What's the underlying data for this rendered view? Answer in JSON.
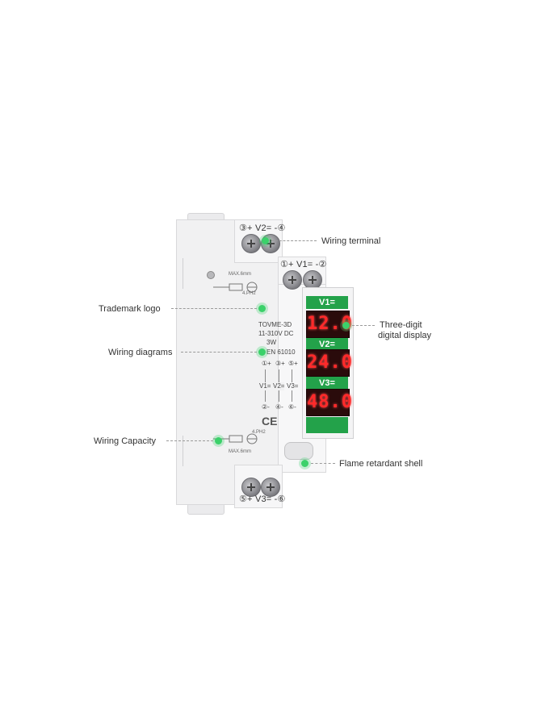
{
  "device": {
    "terminals": {
      "top_back": "③+ V2= -④",
      "top_front": "①+ V1= -②",
      "bottom": "⑤+ V3= -⑥"
    },
    "displays": [
      {
        "label": "V1=",
        "value": "12.0"
      },
      {
        "label": "V2=",
        "value": "24.0"
      },
      {
        "label": "V3=",
        "value": "48.0"
      }
    ],
    "spec_lines": [
      "TOVME-3D",
      "11-310V DC",
      "3W",
      "EN  61010"
    ],
    "wiring_columns": {
      "plus": [
        "①+",
        "③+",
        "⑤+"
      ],
      "v": [
        "V1=",
        "V2=",
        "V3="
      ],
      "minus": [
        "②-",
        "④-",
        "⑥-"
      ]
    },
    "ce_mark": "CE",
    "wiring_top": [
      "MAX.6mm",
      "4.PH2"
    ],
    "wiring_bottom": [
      "4.PH2",
      "MAX.6mm"
    ]
  },
  "callouts": {
    "wiring_terminal": "Wiring terminal",
    "trademark_logo": "Trademark logo",
    "three_digit_line1": "Three-digit",
    "three_digit_line2": "digital display",
    "wiring_diagrams": "Wiring diagrams",
    "wiring_capacity": "Wiring Capacity",
    "flame_retardant": "Flame retardant shell"
  },
  "colors": {
    "accent_green": "#23a24a",
    "lcd_red": "#ff2a2a",
    "callout_dot": "#3bd16a"
  }
}
